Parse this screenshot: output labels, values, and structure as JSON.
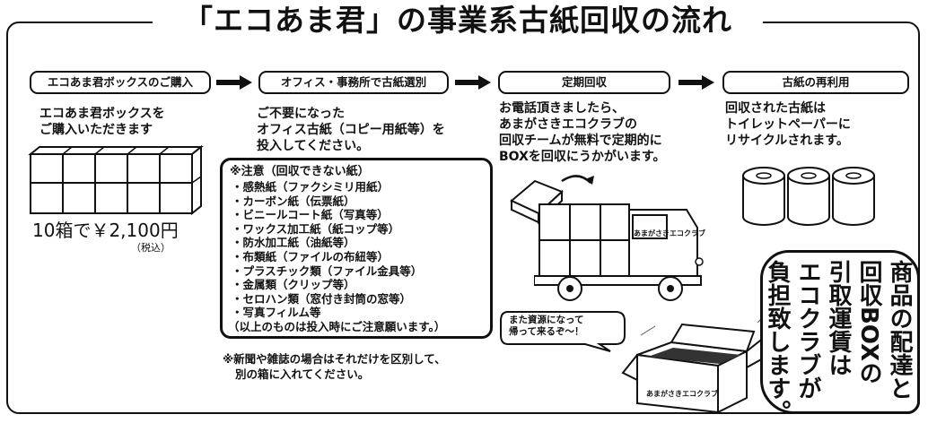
{
  "title": "「エコあま君」の事業系古紙回収の流れ",
  "steps": [
    {
      "label": "エコあま君ボックスのご購入",
      "desc": [
        "エコあま君ボックスを",
        "ご購入いただきます"
      ],
      "price": "10箱で￥2,100円",
      "tax": "（税込）"
    },
    {
      "label": "オフィス・事務所で古紙選別",
      "desc": [
        "ご不要になった",
        "オフィス古紙（コピー用紙等）を",
        "投入してください。"
      ]
    },
    {
      "label": "定期回収",
      "desc": [
        "お電話頂きましたら、",
        "あまがさきエコクラブの",
        "回収チームが無料で定期的に",
        "BOXを回収にうかがいます。"
      ]
    },
    {
      "label": "古紙の再利用",
      "desc": [
        "回収された古紙は",
        "トイレットペーパーに",
        "リサイクルされます。"
      ]
    }
  ],
  "notes": {
    "title": "※注意（回収できない紙）",
    "items": [
      "感熱紙（ファクシミリ用紙）",
      "カーボン紙（伝票紙）",
      "ビニールコート紙（写真等）",
      "ワックス加工紙（紙コップ等）",
      "防水加工紙（油紙等）",
      "布類紙（ファイルの布紐等）",
      "プラスチック類（ファイル金具等）",
      "金属類（クリップ等）",
      "セロハン類（窓付き封筒の窓等）",
      "写真フィルム等"
    ],
    "footer": "（以上のものは投入時にご注意願います。）"
  },
  "newspaper_note": [
    "※新聞や雑誌の場合はそれだけを区別して、",
    "別の箱に入れてください。"
  ],
  "truck_label": "あまがさきエコクラブ",
  "box_label": "あまがさきエコクラブ",
  "speech": [
    "また資源になって",
    "帰って来るぞ〜！"
  ],
  "promo_lines": [
    "商品の配達と",
    "回収BOXの",
    "引取運賃は",
    "エコクラブが",
    "負担致します。"
  ]
}
